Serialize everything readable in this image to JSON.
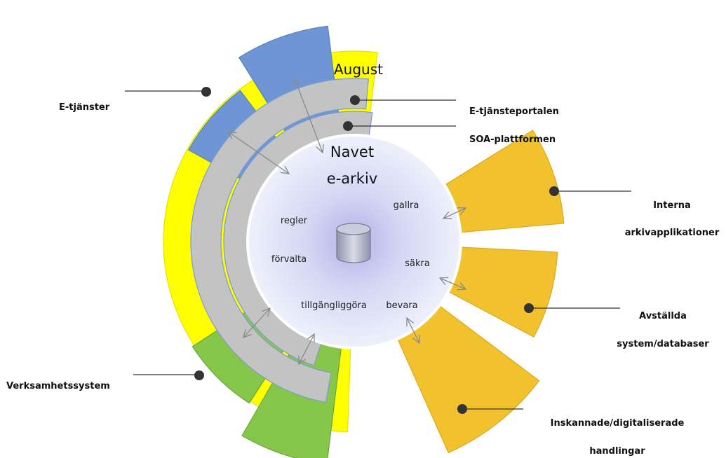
{
  "diagram": {
    "season_label": "August",
    "hub": {
      "title_line1": "Navet",
      "title_line2": "e-arkiv",
      "functions": {
        "regler": "regler",
        "forvalta": "förvalta",
        "tillgangliggora": "tillgängliggöra",
        "gallra": "gallra",
        "sakra": "säkra",
        "bevara": "bevara"
      }
    },
    "labels": {
      "e_tjanster": "E-tjänster",
      "e_tjansteportalen": "E-tjänsteportalen",
      "soa": "SOA-plattformen",
      "interna_line1": "Interna",
      "interna_line2": "arkivapplikationer",
      "avstallda_line1": "Avställda",
      "avstallda_line2": "system/databaser",
      "inskannade_line1": "Inskannade/digitaliserade",
      "inskannade_line2": "handlingar",
      "verksamhet": "Verksamhetssystem"
    },
    "colors": {
      "ring_yellow": "#ffff00",
      "blue_sector": "#6f96d4",
      "gold_sector": "#f2c22e",
      "green_sector": "#86c64a",
      "grey_arc": "#c3c3c3",
      "hub_center": "#b4b4ea",
      "hub_edge": "#eef1fb"
    },
    "icons": [
      "database-icon",
      "bidirectional-arrow-icon"
    ]
  }
}
